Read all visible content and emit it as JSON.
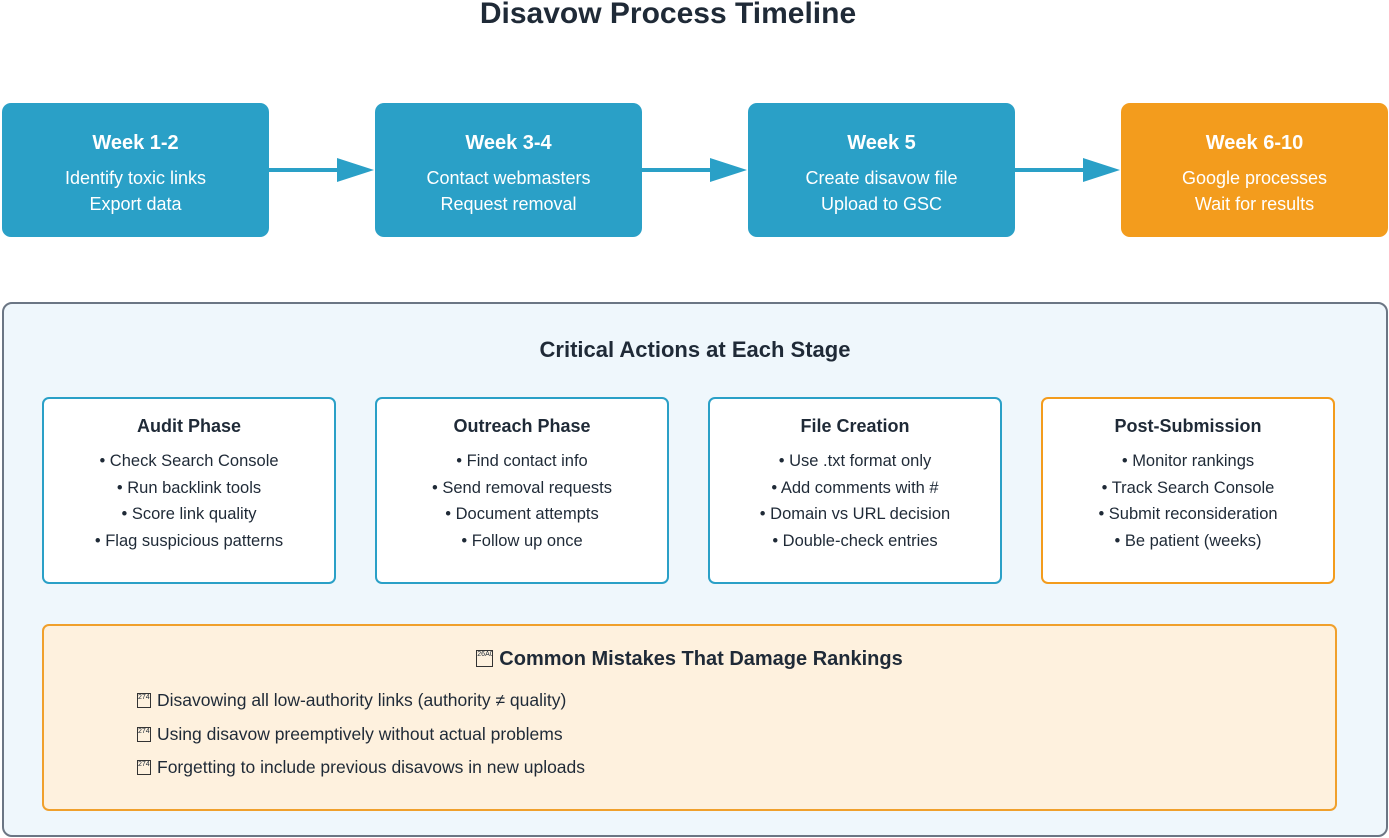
{
  "title": "Disavow Process Timeline",
  "timeline": [
    {
      "title": "Week 1-2",
      "lines": [
        "Identify toxic links",
        "Export data"
      ],
      "color": "#2aa0c7"
    },
    {
      "title": "Week 3-4",
      "lines": [
        "Contact webmasters",
        "Request removal"
      ],
      "color": "#2aa0c7"
    },
    {
      "title": "Week 5",
      "lines": [
        "Create disavow file",
        "Upload to GSC"
      ],
      "color": "#2aa0c7"
    },
    {
      "title": "Week 6-10",
      "lines": [
        "Google processes",
        "Wait for results"
      ],
      "color": "#f39c1d"
    }
  ],
  "panel": {
    "title": "Critical Actions at Each Stage",
    "stages": [
      {
        "title": "Audit Phase",
        "items": [
          "• Check Search Console",
          "• Run backlink tools",
          "• Score link quality",
          "• Flag suspicious patterns"
        ]
      },
      {
        "title": "Outreach Phase",
        "items": [
          "• Find contact info",
          "• Send removal requests",
          "• Document attempts",
          "• Follow up once"
        ]
      },
      {
        "title": "File Creation",
        "items": [
          "• Use .txt format only",
          "• Add comments with #",
          "• Domain vs URL decision",
          "• Double-check entries"
        ]
      },
      {
        "title": "Post-Submission",
        "items": [
          "• Monitor rankings",
          "• Track Search Console",
          "• Submit reconsideration",
          "• Be patient (weeks)"
        ]
      }
    ]
  },
  "mistakes": {
    "icon": "warning-icon",
    "title": "Common Mistakes That Damage Rankings",
    "items": [
      "Disavowing all low-authority links (authority ≠ quality)",
      "Using disavow preemptively without actual problems",
      "Forgetting to include previous disavows in new uploads"
    ]
  },
  "colors": {
    "primary": "#2aa0c7",
    "accent": "#f39c1d",
    "panel_bg": "#eff7fc",
    "mistakes_bg": "#fef1de"
  }
}
